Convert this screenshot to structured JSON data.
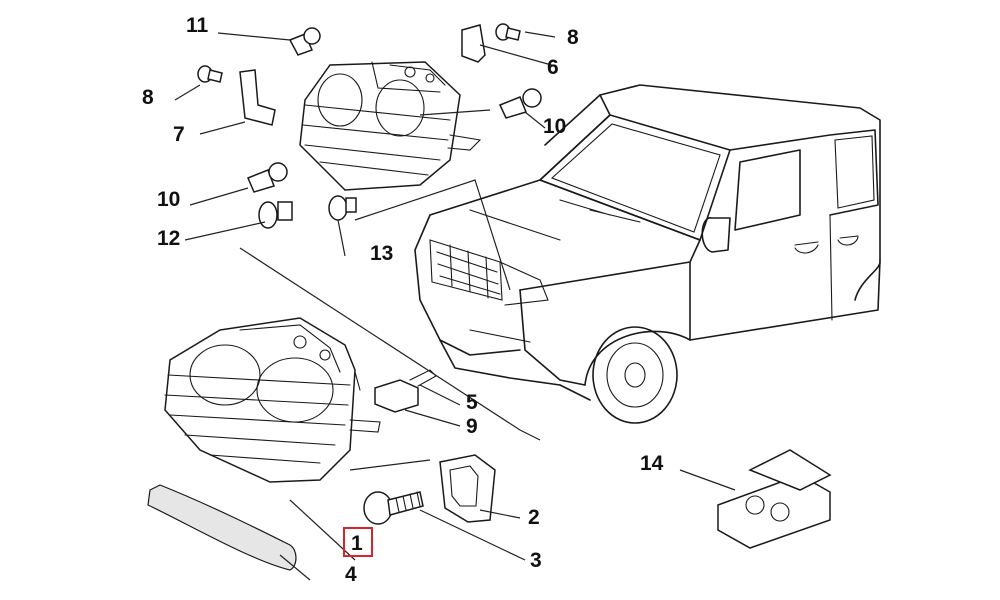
{
  "callouts": [
    {
      "id": "c1",
      "label": "1",
      "highlighted": true
    },
    {
      "id": "c2",
      "label": "2"
    },
    {
      "id": "c3",
      "label": "3"
    },
    {
      "id": "c4",
      "label": "4"
    },
    {
      "id": "c5",
      "label": "5"
    },
    {
      "id": "c6",
      "label": "6"
    },
    {
      "id": "c7",
      "label": "7"
    },
    {
      "id": "c8a",
      "label": "8"
    },
    {
      "id": "c8b",
      "label": "8"
    },
    {
      "id": "c9",
      "label": "9"
    },
    {
      "id": "c10a",
      "label": "10"
    },
    {
      "id": "c10b",
      "label": "10"
    },
    {
      "id": "c11",
      "label": "11"
    },
    {
      "id": "c12",
      "label": "12"
    },
    {
      "id": "c13",
      "label": "13"
    },
    {
      "id": "c14",
      "label": "14"
    }
  ],
  "colors": {
    "highlight": "#d9232d",
    "line": "#1a1a1a",
    "background": "#ffffff"
  }
}
